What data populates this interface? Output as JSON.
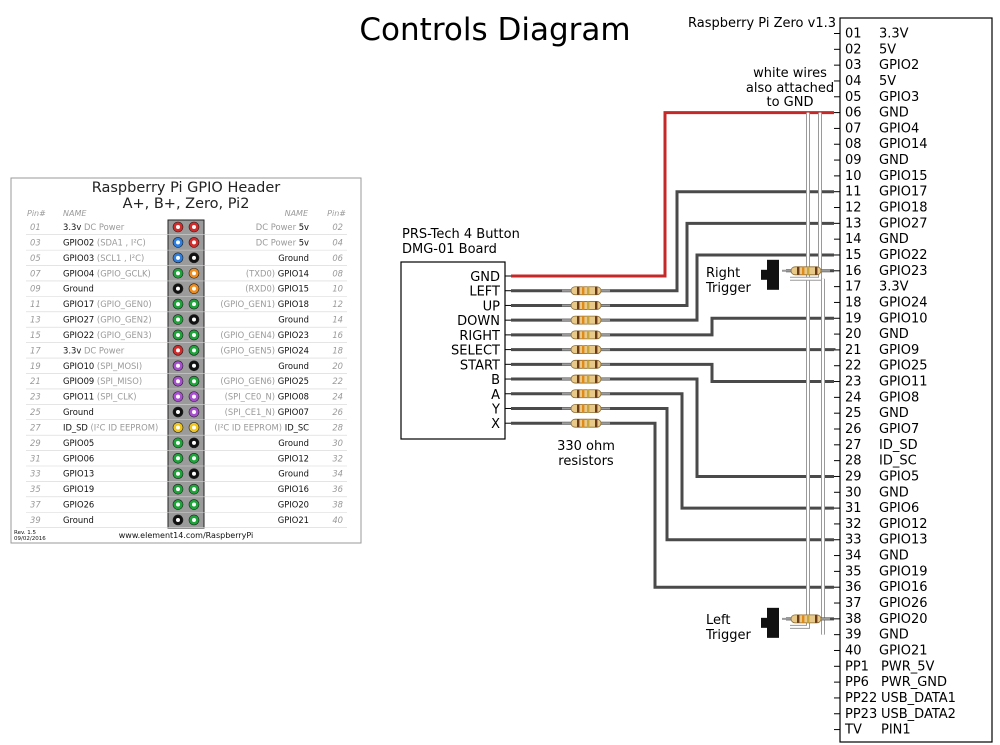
{
  "title": "Controls Diagram",
  "pi": {
    "title": "Raspberry Pi Zero v1.3",
    "pins": [
      {
        "num": "01",
        "name": "3.3V"
      },
      {
        "num": "02",
        "name": "5V"
      },
      {
        "num": "03",
        "name": "GPIO2"
      },
      {
        "num": "04",
        "name": "5V"
      },
      {
        "num": "05",
        "name": "GPIO3"
      },
      {
        "num": "06",
        "name": "GND"
      },
      {
        "num": "07",
        "name": "GPIO4"
      },
      {
        "num": "08",
        "name": "GPIO14"
      },
      {
        "num": "09",
        "name": "GND"
      },
      {
        "num": "10",
        "name": "GPIO15"
      },
      {
        "num": "11",
        "name": "GPIO17"
      },
      {
        "num": "12",
        "name": "GPIO18"
      },
      {
        "num": "13",
        "name": "GPIO27"
      },
      {
        "num": "14",
        "name": "GND"
      },
      {
        "num": "15",
        "name": "GPIO22"
      },
      {
        "num": "16",
        "name": "GPIO23"
      },
      {
        "num": "17",
        "name": "3.3V"
      },
      {
        "num": "18",
        "name": "GPIO24"
      },
      {
        "num": "19",
        "name": "GPIO10"
      },
      {
        "num": "20",
        "name": "GND"
      },
      {
        "num": "21",
        "name": "GPIO9"
      },
      {
        "num": "22",
        "name": "GPIO25"
      },
      {
        "num": "23",
        "name": "GPIO11"
      },
      {
        "num": "24",
        "name": "GPIO8"
      },
      {
        "num": "25",
        "name": "GND"
      },
      {
        "num": "26",
        "name": "GPIO7"
      },
      {
        "num": "27",
        "name": "ID_SD"
      },
      {
        "num": "28",
        "name": "ID_SC"
      },
      {
        "num": "29",
        "name": "GPIO5"
      },
      {
        "num": "30",
        "name": "GND"
      },
      {
        "num": "31",
        "name": "GPIO6"
      },
      {
        "num": "32",
        "name": "GPIO12"
      },
      {
        "num": "33",
        "name": "GPIO13"
      },
      {
        "num": "34",
        "name": "GND"
      },
      {
        "num": "35",
        "name": "GPIO19"
      },
      {
        "num": "36",
        "name": "GPIO16"
      },
      {
        "num": "37",
        "name": "GPIO26"
      },
      {
        "num": "38",
        "name": "GPIO20"
      },
      {
        "num": "39",
        "name": "GND"
      },
      {
        "num": "40",
        "name": "GPIO21"
      },
      {
        "num": "PP1",
        "name": "PWR_5V"
      },
      {
        "num": "PP6",
        "name": "PWR_GND"
      },
      {
        "num": "PP22",
        "name": "USB_DATA1"
      },
      {
        "num": "PP23",
        "name": "USB_DATA2"
      },
      {
        "num": "TV",
        "name": "PIN1"
      }
    ]
  },
  "board": {
    "title_line1": "PRS-Tech 4 Button",
    "title_line2": "DMG-01 Board",
    "pins": [
      "GND",
      "LEFT",
      "UP",
      "DOWN",
      "RIGHT",
      "SELECT",
      "START",
      "B",
      "A",
      "Y",
      "X"
    ]
  },
  "notes": {
    "white_wires": [
      "white wires",
      "also attached",
      "to GND"
    ],
    "resistors": [
      "330 ohm",
      "resistors"
    ],
    "right_trigger": [
      "Right",
      "Trigger"
    ],
    "left_trigger": [
      "Left",
      "Trigger"
    ]
  },
  "colors": {
    "gnd_wire": "#c62828",
    "signal_wire": "#4a4a4a",
    "white_wire": "#9a9a9a",
    "resistor_body": "#e8c98a"
  },
  "gpio_header": {
    "title_line1": "Raspberry Pi GPIO Header",
    "title_line2": "A+, B+, Zero, Pi2",
    "col_pin": "Pin#",
    "col_name": "NAME",
    "footer_url": "www.element14.com/RaspberryPi",
    "rev_line1": "Rev. 1.5",
    "rev_line2": "09/02/2016",
    "rows": [
      {
        "ln": "01",
        "lm": "3.3v",
        "ld": " DC Power",
        "lc": "red",
        "rc": "red",
        "rd": "DC Power ",
        "rm": "5v",
        "rn": "02"
      },
      {
        "ln": "03",
        "lm": "GPIO02",
        "ld": " (SDA1 , I²C)",
        "lc": "blue",
        "rc": "red",
        "rd": "DC Power ",
        "rm": "5v",
        "rn": "04"
      },
      {
        "ln": "05",
        "lm": "GPIO03",
        "ld": " (SCL1 , I²C)",
        "lc": "blue",
        "rc": "black",
        "rd": "",
        "rm": "Ground",
        "rn": "06"
      },
      {
        "ln": "07",
        "lm": "GPIO04",
        "ld": " (GPIO_GCLK)",
        "lc": "green",
        "rc": "orange",
        "rd": "(TXD0) ",
        "rm": "GPIO14",
        "rn": "08"
      },
      {
        "ln": "09",
        "lm": "Ground",
        "ld": "",
        "lc": "black",
        "rc": "orange",
        "rd": "(RXD0) ",
        "rm": "GPIO15",
        "rn": "10"
      },
      {
        "ln": "11",
        "lm": "GPIO17",
        "ld": " (GPIO_GEN0)",
        "lc": "green",
        "rc": "green",
        "rd": "(GPIO_GEN1) ",
        "rm": "GPIO18",
        "rn": "12"
      },
      {
        "ln": "13",
        "lm": "GPIO27",
        "ld": " (GPIO_GEN2)",
        "lc": "green",
        "rc": "black",
        "rd": "",
        "rm": "Ground",
        "rn": "14"
      },
      {
        "ln": "15",
        "lm": "GPIO22",
        "ld": " (GPIO_GEN3)",
        "lc": "green",
        "rc": "green",
        "rd": "(GPIO_GEN4) ",
        "rm": "GPIO23",
        "rn": "16"
      },
      {
        "ln": "17",
        "lm": "3.3v",
        "ld": " DC Power",
        "lc": "red",
        "rc": "green",
        "rd": "(GPIO_GEN5) ",
        "rm": "GPIO24",
        "rn": "18"
      },
      {
        "ln": "19",
        "lm": "GPIO10",
        "ld": " (SPI_MOSI)",
        "lc": "purple",
        "rc": "black",
        "rd": "",
        "rm": "Ground",
        "rn": "20"
      },
      {
        "ln": "21",
        "lm": "GPIO09",
        "ld": " (SPI_MISO)",
        "lc": "purple",
        "rc": "green",
        "rd": "(GPIO_GEN6) ",
        "rm": "GPIO25",
        "rn": "22"
      },
      {
        "ln": "23",
        "lm": "GPIO11",
        "ld": " (SPI_CLK)",
        "lc": "purple",
        "rc": "purple",
        "rd": "(SPI_CE0_N) ",
        "rm": "GPIO08",
        "rn": "24"
      },
      {
        "ln": "25",
        "lm": "Ground",
        "ld": "",
        "lc": "black",
        "rc": "purple",
        "rd": "(SPI_CE1_N) ",
        "rm": "GPIO07",
        "rn": "26"
      },
      {
        "ln": "27",
        "lm": "ID_SD",
        "ld": " (I²C ID EEPROM)",
        "lc": "yellow",
        "rc": "yellow",
        "rd": "(I²C ID EEPROM) ",
        "rm": "ID_SC",
        "rn": "28"
      },
      {
        "ln": "29",
        "lm": "GPIO05",
        "ld": "",
        "lc": "green",
        "rc": "black",
        "rd": "",
        "rm": "Ground",
        "rn": "30"
      },
      {
        "ln": "31",
        "lm": "GPIO06",
        "ld": "",
        "lc": "green",
        "rc": "green",
        "rd": "",
        "rm": "GPIO12",
        "rn": "32"
      },
      {
        "ln": "33",
        "lm": "GPIO13",
        "ld": "",
        "lc": "green",
        "rc": "black",
        "rd": "",
        "rm": "Ground",
        "rn": "34"
      },
      {
        "ln": "35",
        "lm": "GPIO19",
        "ld": "",
        "lc": "green",
        "rc": "green",
        "rd": "",
        "rm": "GPIO16",
        "rn": "36"
      },
      {
        "ln": "37",
        "lm": "GPIO26",
        "ld": "",
        "lc": "green",
        "rc": "green",
        "rd": "",
        "rm": "GPIO20",
        "rn": "38"
      },
      {
        "ln": "39",
        "lm": "Ground",
        "ld": "",
        "lc": "black",
        "rc": "green",
        "rd": "",
        "rm": "GPIO21",
        "rn": "40"
      }
    ]
  }
}
